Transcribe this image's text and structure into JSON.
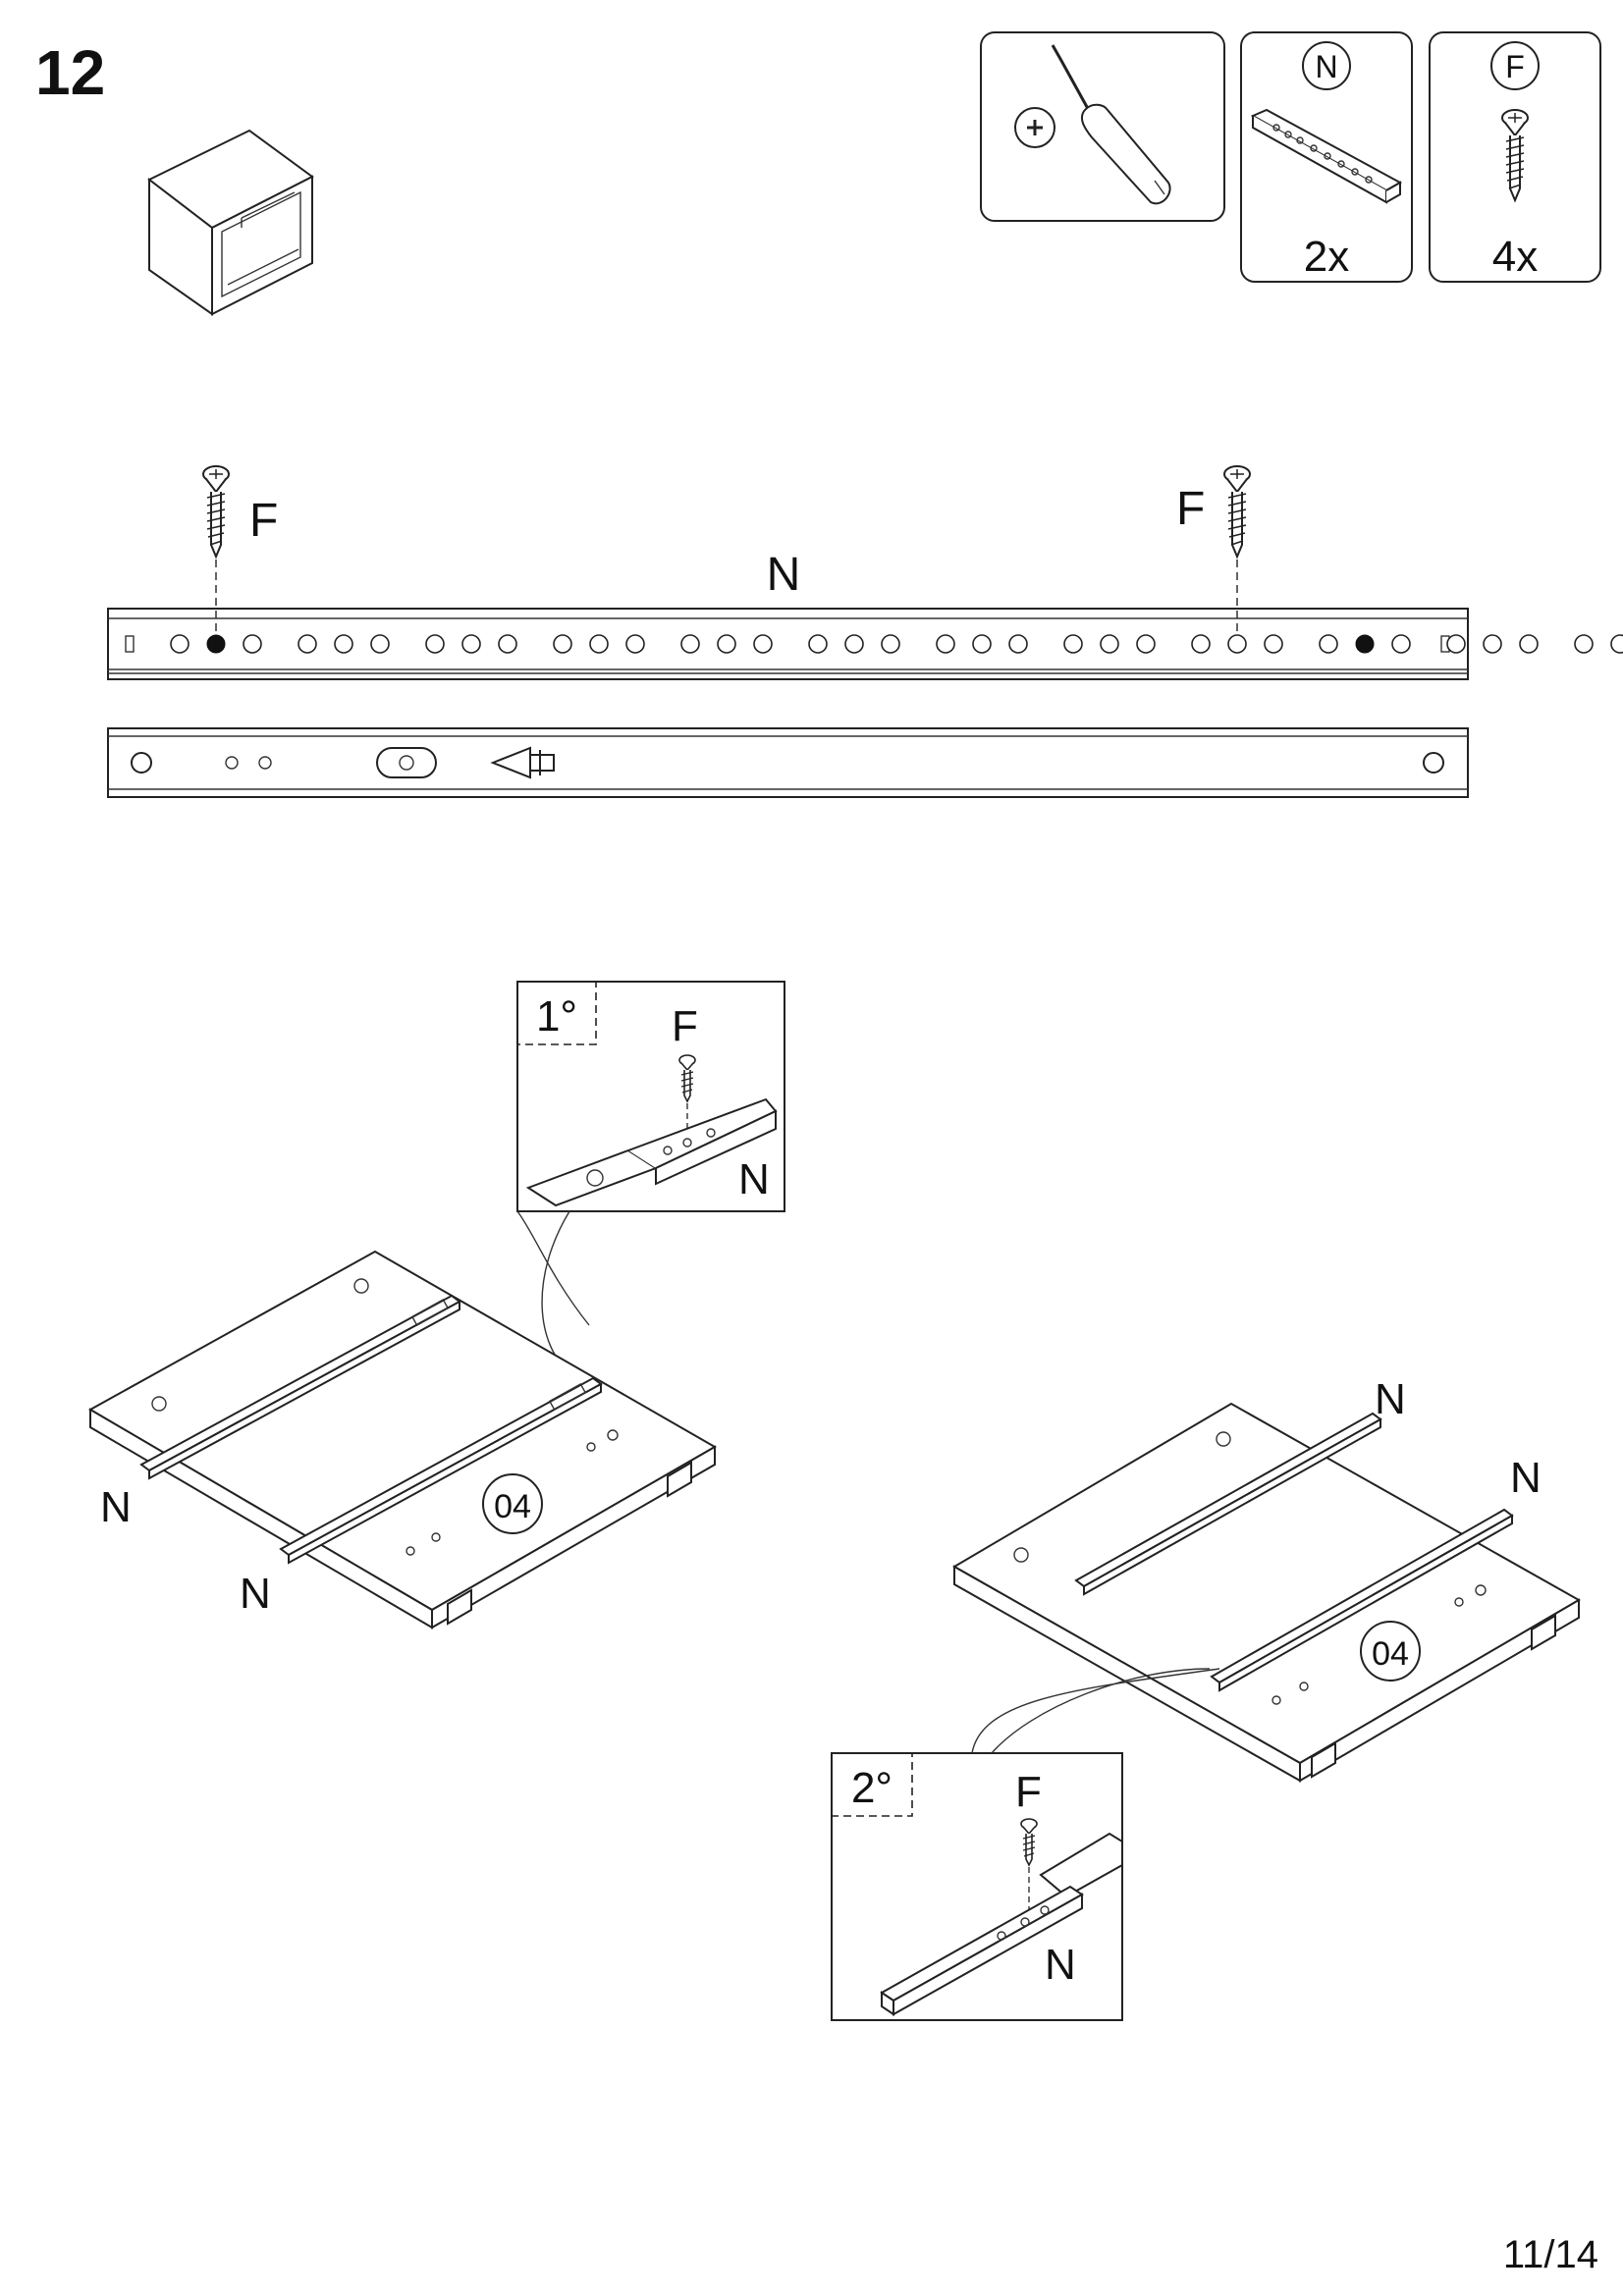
{
  "step": {
    "number": "12"
  },
  "parts_box": {
    "tool": {
      "icon": "phillips-screwdriver-icon"
    },
    "parts": [
      {
        "id": "N",
        "qty": "2x",
        "icon": "drawer-runner-icon"
      },
      {
        "id": "F",
        "qty": "4x",
        "icon": "screw-icon"
      }
    ]
  },
  "rail_detail": {
    "screw_left_label": "F",
    "screw_right_label": "F",
    "rail_label": "N"
  },
  "assembly_left": {
    "callout_step": "1°",
    "callout_screw_label": "F",
    "callout_rail_label": "N",
    "rail_label_1": "N",
    "rail_label_2": "N",
    "panel_label": "04"
  },
  "assembly_right": {
    "callout_step": "2°",
    "callout_screw_label": "F",
    "callout_rail_label": "N",
    "rail_label_1": "N",
    "rail_label_2": "N",
    "panel_label": "04"
  },
  "page_number": "11/14"
}
